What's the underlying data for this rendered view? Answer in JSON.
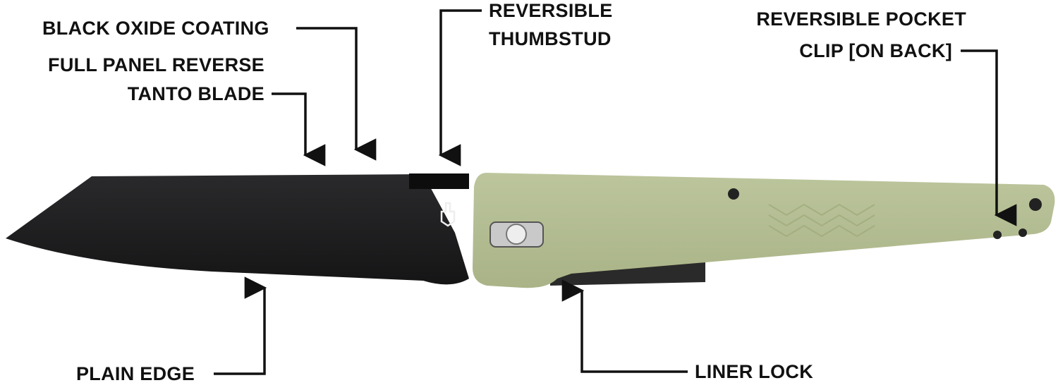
{
  "title": "Knife feature callouts",
  "callouts": {
    "black_oxide": "BLACK OXIDE COATING",
    "blade_line1": "FULL PANEL REVERSE",
    "blade_line2": "TANTO BLADE",
    "thumbstud_line1": "REVERSIBLE",
    "thumbstud_line2": "THUMBSTUD",
    "clip_line1": "REVERSIBLE POCKET",
    "clip_line2": "CLIP [ON BACK]",
    "plain_edge": "PLAIN EDGE",
    "liner_lock": "LINER LOCK"
  },
  "colors": {
    "blade": "#1f1f21",
    "handle": "#b3bc91",
    "text": "#111111"
  }
}
